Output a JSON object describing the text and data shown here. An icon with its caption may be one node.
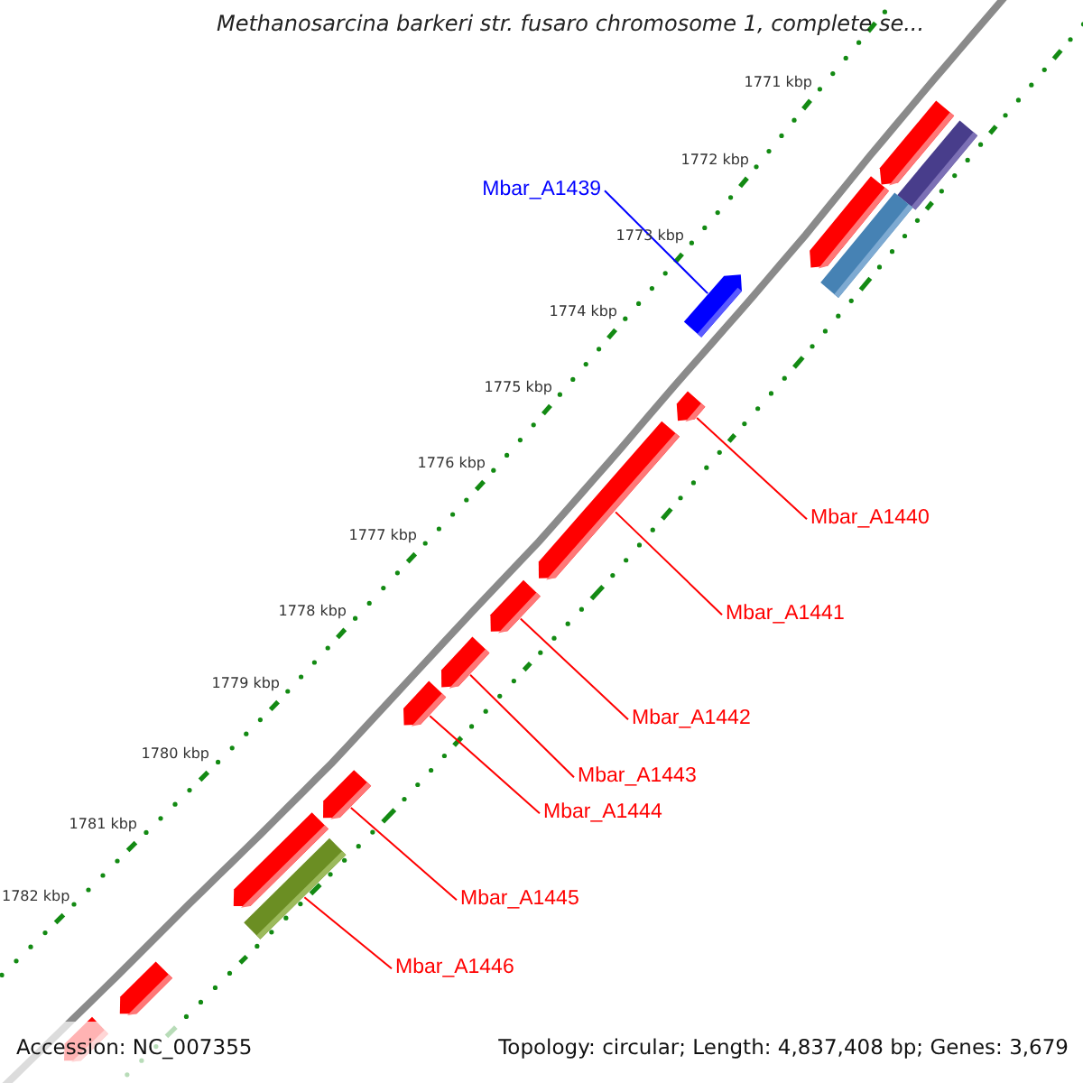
{
  "diagram": {
    "title": "Methanosarcina barkeri str. fusaro chromosome 1, complete se...",
    "nodes": [
      {
        "text": [],
        "shape": "arrow"
      },
      {
        "text": [],
        "shape": "bar"
      },
      {
        "text": [],
        "shape": "arrow"
      },
      {
        "text": [],
        "shape": "bar"
      },
      {
        "text": [],
        "shape": "arrow"
      },
      {
        "text": [],
        "shape": "arrow"
      },
      {
        "text": [],
        "shape": "arrow"
      },
      {
        "text": [],
        "shape": "arrow"
      },
      {
        "text": [],
        "shape": "arrow"
      },
      {
        "text": [],
        "shape": "arrow"
      },
      {
        "text": [],
        "shape": "arrow"
      },
      {
        "text": [],
        "shape": "arrow"
      },
      {
        "text": [],
        "shape": "bar"
      },
      {
        "text": [],
        "shape": "arrow"
      },
      {
        "text": [],
        "shape": "arrow"
      },
      {
        "text": [
          "Mbar_A1439"
        ]
      },
      {
        "text": [
          "Mbar_A1440"
        ]
      },
      {
        "text": [
          "Mbar_A1441"
        ]
      },
      {
        "text": [
          "Mbar_A1442"
        ]
      },
      {
        "text": [
          "Mbar_A1443"
        ]
      },
      {
        "text": [
          "Mbar_A1444"
        ]
      },
      {
        "text": [
          "Mbar_A1445"
        ]
      },
      {
        "text": [
          "Mbar_A1446"
        ]
      }
    ],
    "edges": [
      {
        "from": 15,
        "to": 4,
        "arrow": "none",
        "color": "#0000ff"
      },
      {
        "from": 16,
        "to": 5,
        "arrow": "none"
      },
      {
        "from": 17,
        "to": 6,
        "arrow": "none"
      },
      {
        "from": 18,
        "to": 7,
        "arrow": "none"
      },
      {
        "from": 19,
        "to": 8,
        "arrow": "none"
      },
      {
        "from": 20,
        "to": 9,
        "arrow": "none"
      },
      {
        "from": 21,
        "to": 10,
        "arrow": "none"
      },
      {
        "from": 22,
        "to": 12,
        "arrow": "none"
      }
    ],
    "labels": [
      "1771 kbp",
      "1772 kbp",
      "1773 kbp",
      "1774 kbp",
      "1775 kbp",
      "1776 kbp",
      "1777 kbp",
      "1778 kbp",
      "1779 kbp",
      "1780 kbp",
      "1781 kbp",
      "1782 kbp",
      "Accession: NC_007355",
      "Topology: circular; Length: 4,837,408 bp; Genes: 3,679"
    ]
  }
}
